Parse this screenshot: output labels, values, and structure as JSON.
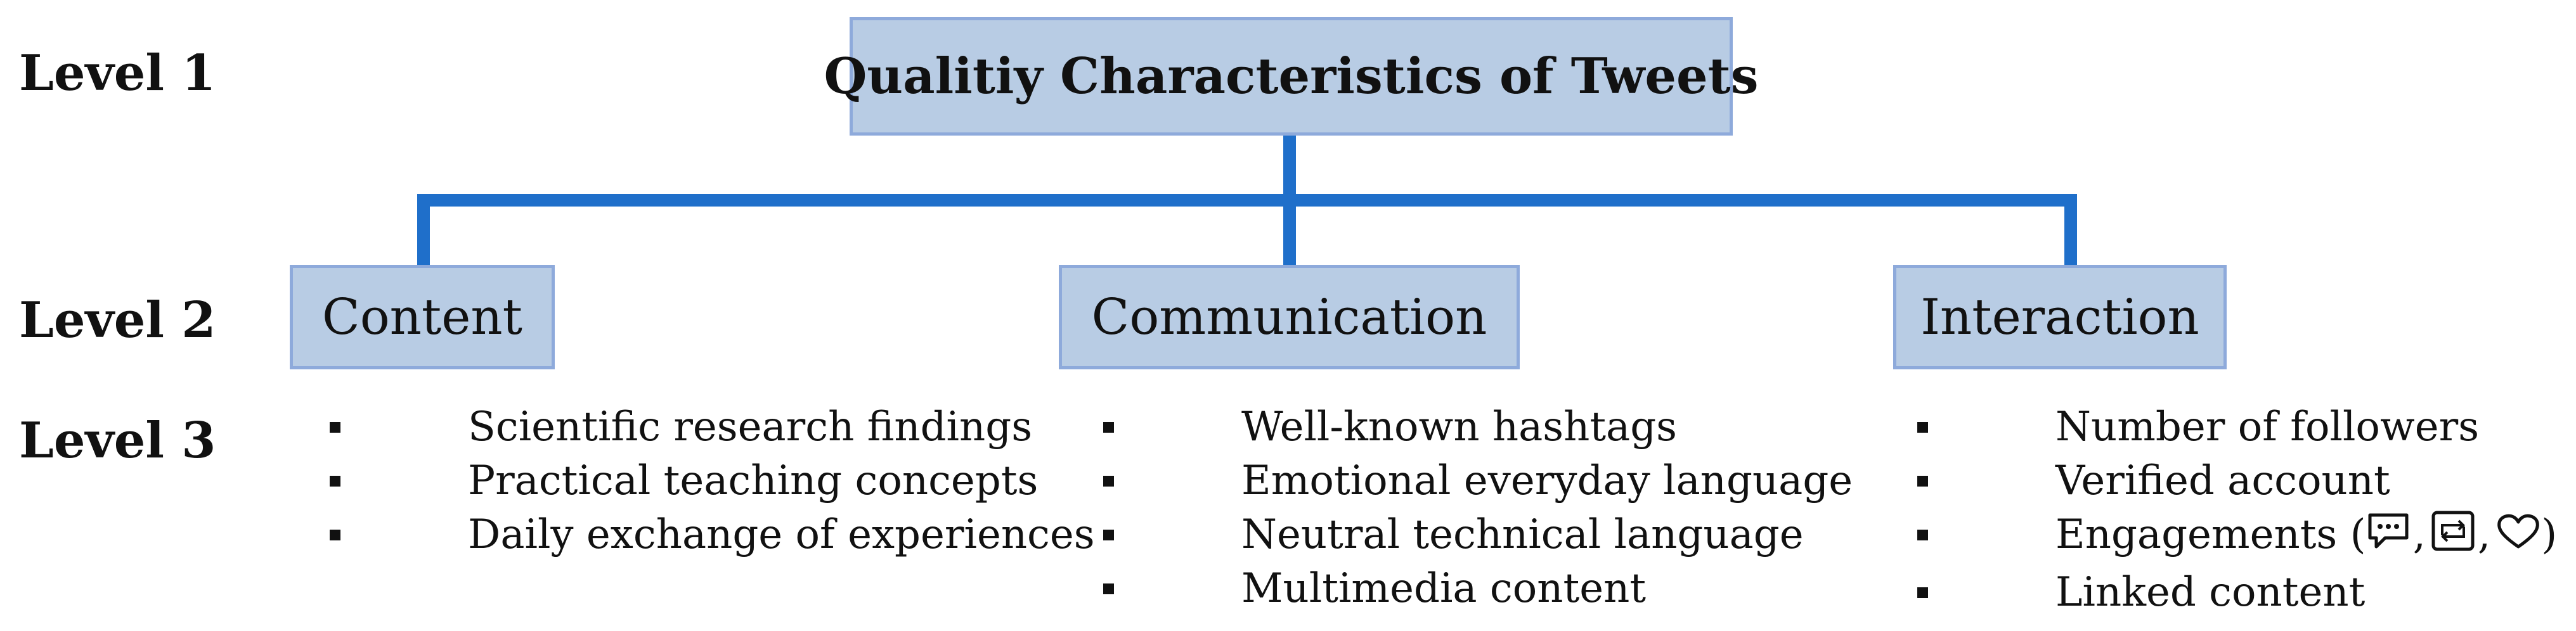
{
  "levels": [
    "Level 1",
    "Level 2",
    "Level 3"
  ],
  "root": "Qualitiy Characteristics of Tweets",
  "categories": [
    {
      "label": "Content",
      "items": [
        "Scientific research findings",
        "Practical teaching concepts",
        "Daily exchange of experiences"
      ]
    },
    {
      "label": "Communication",
      "items": [
        "Well-known hashtags",
        "Emotional everyday language",
        "Neutral technical language",
        "Multimedia content"
      ]
    },
    {
      "label": "Interaction",
      "items": [
        "Number of followers",
        "Verified account",
        "Engagements (",
        "Linked content"
      ]
    }
  ],
  "engagement_punctuation": [
    ",",
    ",",
    ")"
  ],
  "engagement_icons": [
    "reply-icon",
    "retweet-icon",
    "like-icon"
  ],
  "colors": {
    "box_fill": "#b8cce4",
    "box_border": "#8eaadb",
    "connector": "#1f6fca"
  }
}
